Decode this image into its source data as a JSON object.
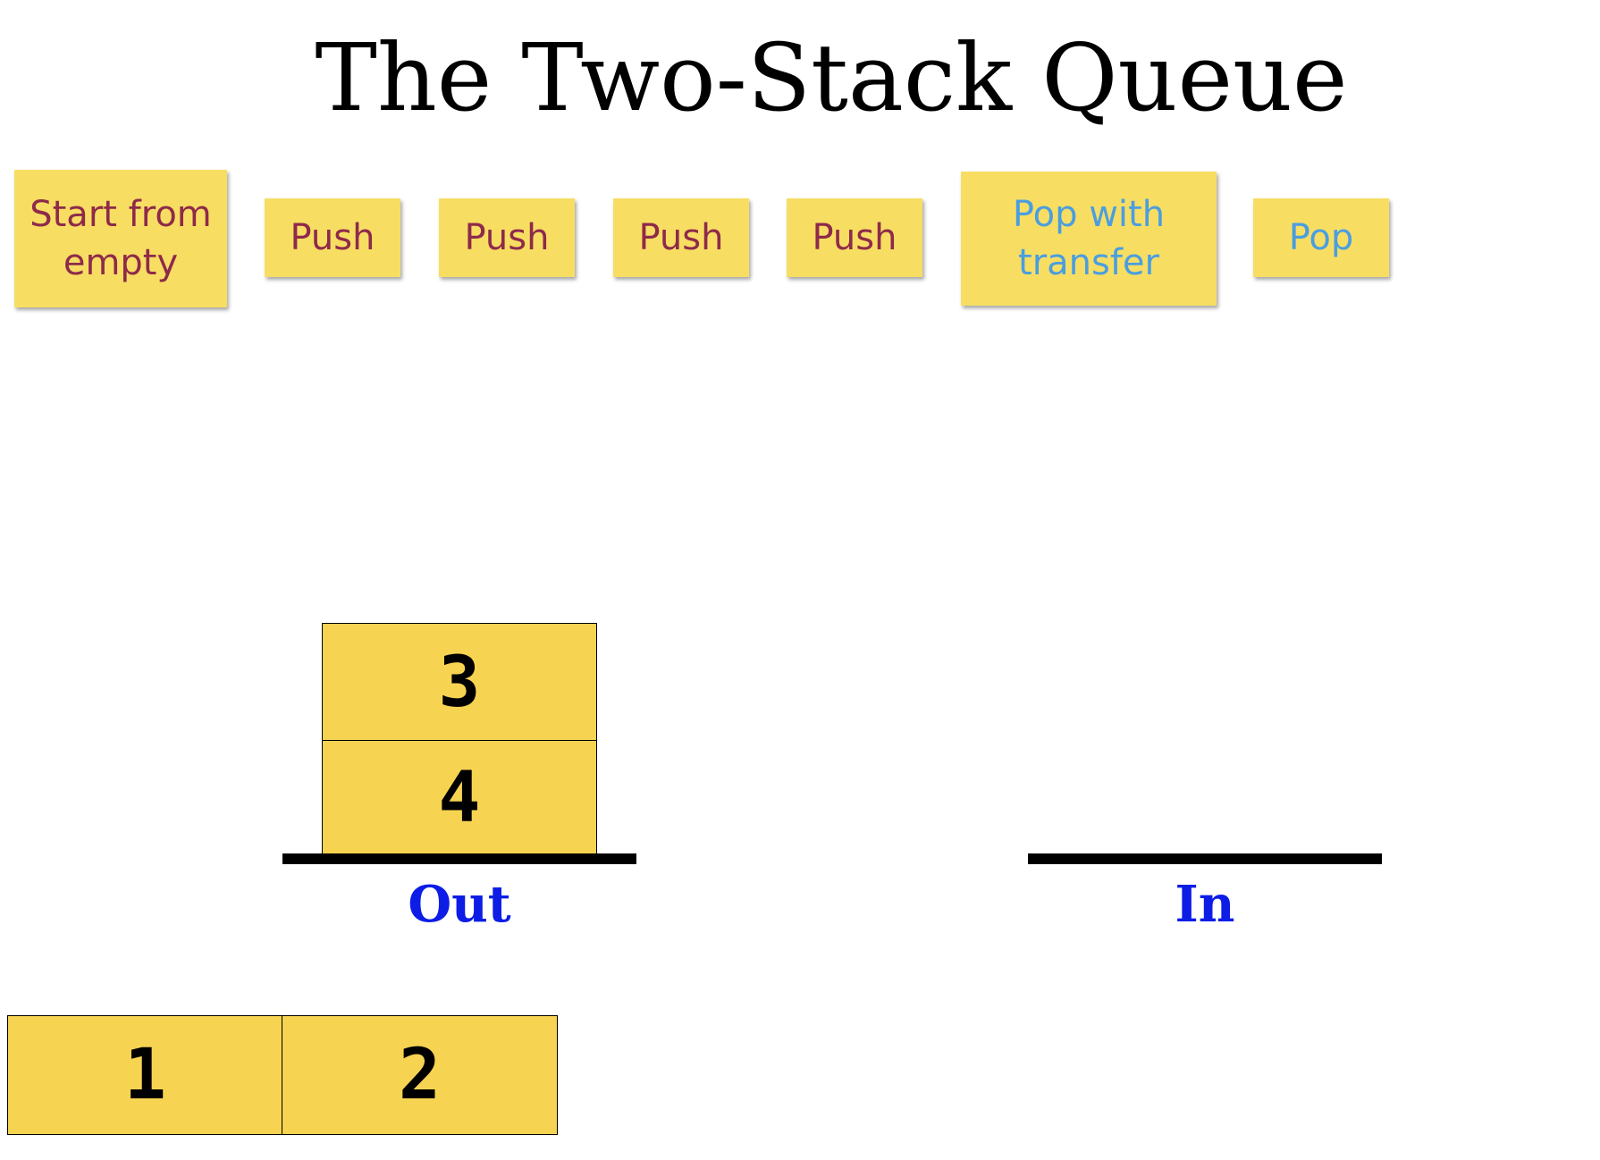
{
  "title": "The Two-Stack Queue",
  "colors": {
    "button_bg": "#f7de63",
    "button_text_active": "#8e2a4a",
    "button_text_current": "#4a9ee0",
    "cell_bg": "#f7d352",
    "label_blue": "#0d1de6"
  },
  "toolbar": {
    "buttons": [
      {
        "label": "Start from empty"
      },
      {
        "label": "Push"
      },
      {
        "label": "Push"
      },
      {
        "label": "Push"
      },
      {
        "label": "Push"
      },
      {
        "label": "Pop with transfer"
      },
      {
        "label": "Pop"
      }
    ]
  },
  "stacks": {
    "out": {
      "label": "Out",
      "cells": [
        "3",
        "4"
      ]
    },
    "in": {
      "label": "In",
      "cells": []
    }
  },
  "popped": [
    "1",
    "2"
  ]
}
